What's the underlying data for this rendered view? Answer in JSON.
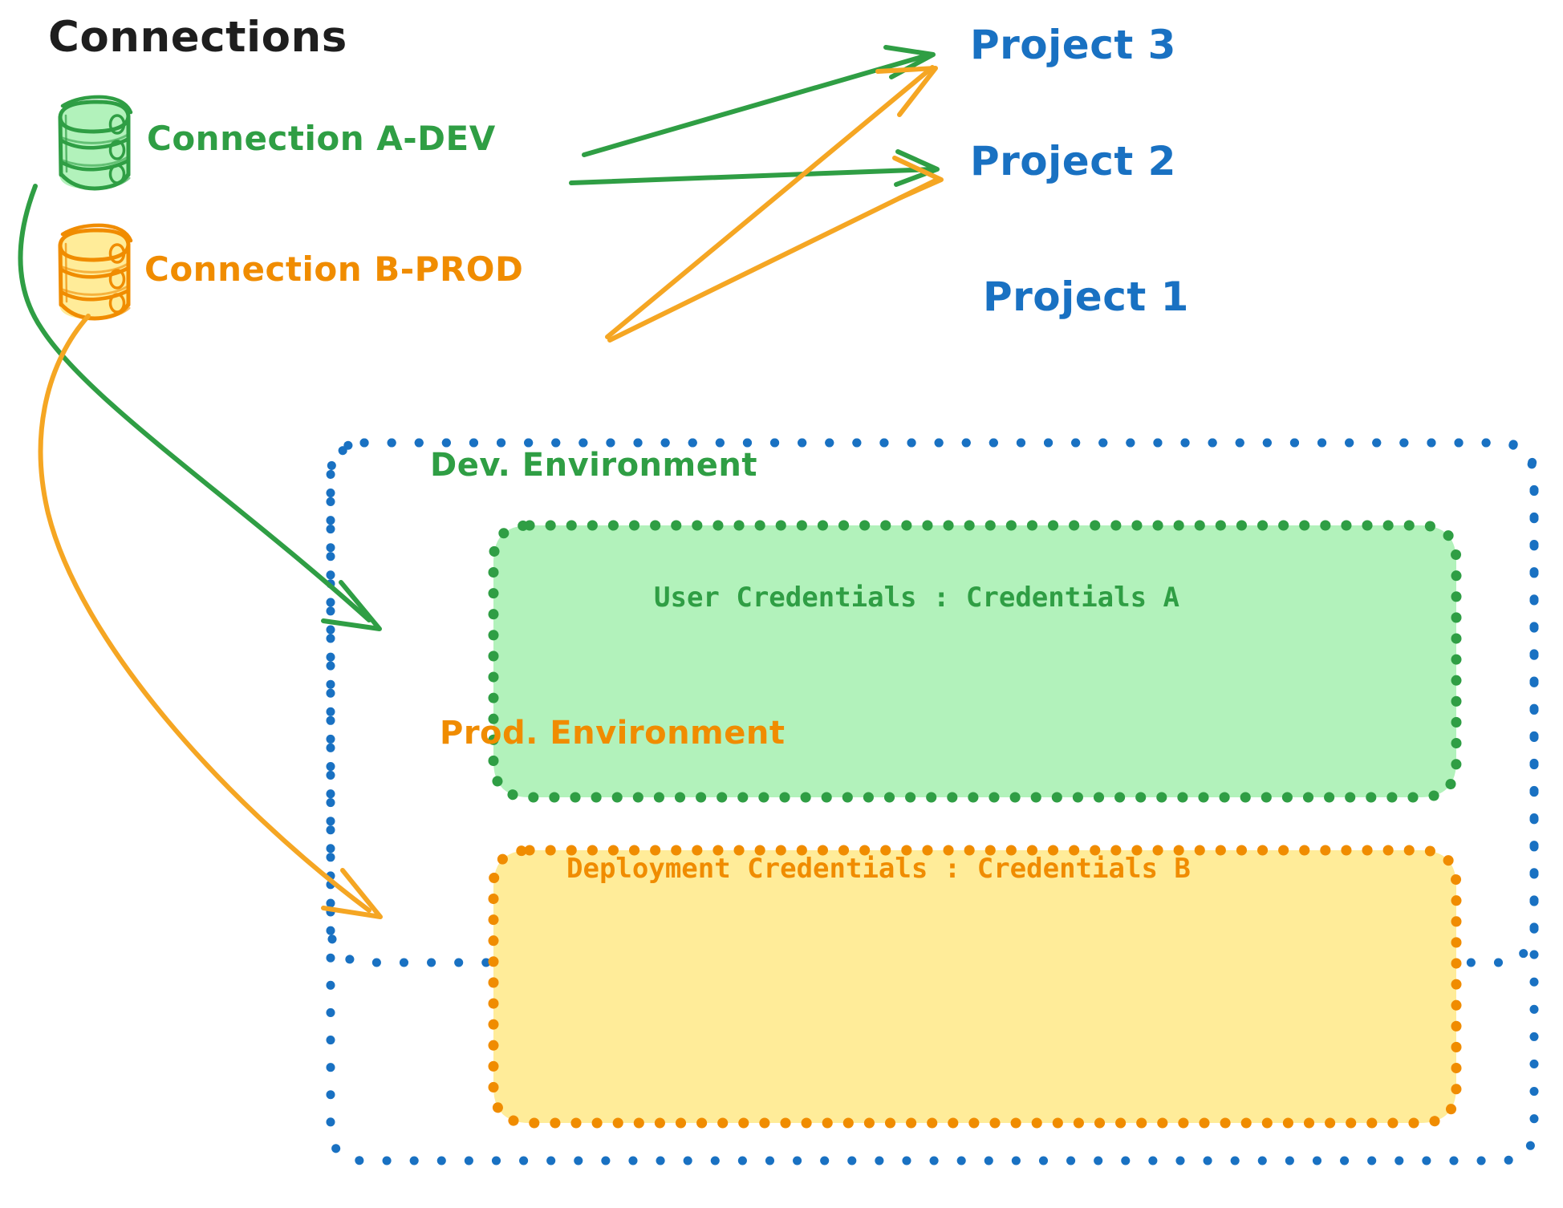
{
  "diagram": {
    "title": "Connections",
    "colors": {
      "green_stroke": "#2f9e44",
      "green_fill": "#b2f2bb",
      "orange_stroke": "#f08c00",
      "orange_fill": "#ffec99",
      "blue_stroke": "#1971c2",
      "arrow_green": "#2f9e44",
      "arrow_orange": "#f5a623",
      "text_black": "#1e1e1e",
      "background": "#ffffff"
    }
  },
  "connections": [
    {
      "id": "connection-a-dev",
      "label": "Connection A-DEV",
      "icon": "database-icon",
      "color": "#2f9e44"
    },
    {
      "id": "connection-b-prod",
      "label": "Connection B-PROD",
      "icon": "database-icon",
      "color": "#f08c00"
    }
  ],
  "projects": [
    {
      "id": "project-3",
      "label": "Project 3"
    },
    {
      "id": "project-2",
      "label": "Project 2"
    },
    {
      "id": "project-1",
      "label": "Project 1"
    }
  ],
  "project1": {
    "label": "Project 1",
    "environments": [
      {
        "id": "dev-environment",
        "title": "Dev. Environment",
        "credentials_label": "User Credentials : Credentials A"
      },
      {
        "id": "prod-environment",
        "title": "Prod. Environment",
        "credentials_label": "Deployment Credentials : Credentials B"
      }
    ]
  },
  "edges": [
    {
      "from": "connection-a-dev",
      "to": "project-3",
      "color": "#2f9e44"
    },
    {
      "from": "connection-a-dev",
      "to": "project-2",
      "color": "#2f9e44"
    },
    {
      "from": "connection-a-dev",
      "to": "dev-environment",
      "color": "#2f9e44"
    },
    {
      "from": "connection-b-prod",
      "to": "project-3",
      "color": "#f5a623"
    },
    {
      "from": "connection-b-prod",
      "to": "project-2",
      "color": "#f5a623"
    },
    {
      "from": "connection-b-prod",
      "to": "prod-environment",
      "color": "#f5a623"
    }
  ]
}
